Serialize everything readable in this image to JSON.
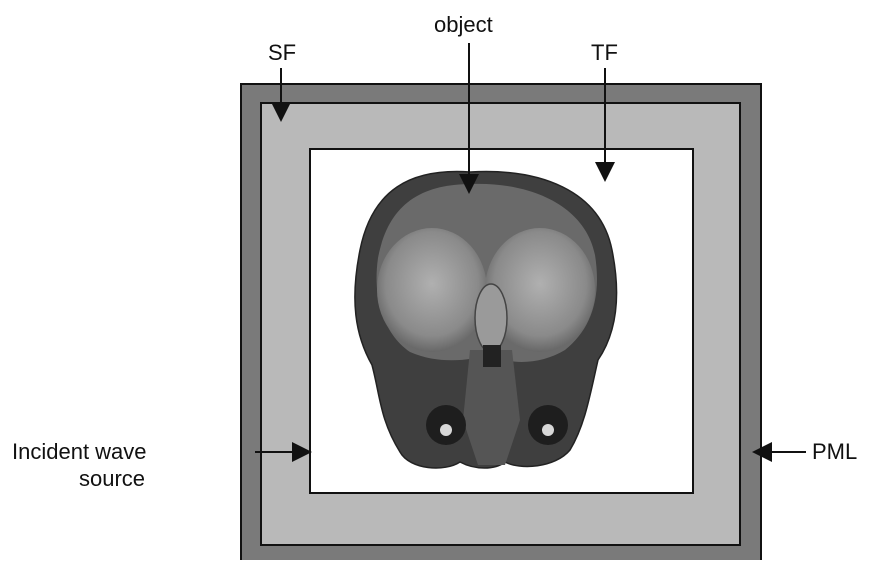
{
  "labels": {
    "sf": "SF",
    "object": "object",
    "tf": "TF",
    "incident_line1": "Incident wave",
    "incident_line2": "source",
    "pml": "PML"
  },
  "colors": {
    "pml_layer": "#7a7a7a",
    "sf_layer": "#b9b9b9",
    "tf_region": "#ffffff",
    "outline": "#111111",
    "arrow": "#111111",
    "head_dark": "#3a3a3a",
    "head_mid": "#777777",
    "head_light": "#a8a8a8"
  }
}
